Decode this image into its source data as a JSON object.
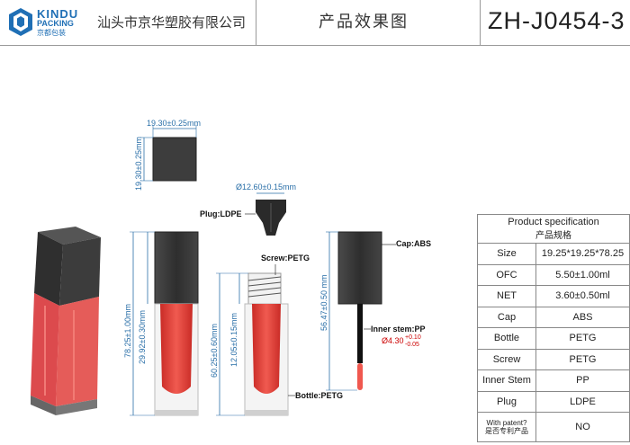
{
  "header": {
    "brand": "KINDU",
    "brand_sub": "PACKING",
    "brand_cn": "京都包装",
    "company": "汕头市京华塑胶有限公司",
    "title": "产品效果图",
    "code": "ZH-J0454-3"
  },
  "dims": {
    "cap_width": "19.30±0.25mm",
    "cap_height": "19.30±0.25mm",
    "plug_dia": "Ø12.60±0.15mm",
    "total_height": "78.25±1.00mm",
    "cap_len": "29.92±0.30mm",
    "bottle_height": "60.25±0.60mm",
    "neck_height": "12.05±0.15mm",
    "stem_len": "56.47±0.50 mm",
    "stem_dia": "Ø4.30",
    "stem_tol_plus": "+0.10",
    "stem_tol_minus": "-0.05"
  },
  "labels": {
    "plug": "Plug:LDPE",
    "screw": "Screw:PETG",
    "cap": "Cap:ABS",
    "inner_stem": "Inner stem:PP",
    "bottle": "Bottle:PETG"
  },
  "spec": {
    "title": "Product specification",
    "title_cn": "产品规格",
    "rows": [
      {
        "k": "Size",
        "v": "19.25*19.25*78.25"
      },
      {
        "k": "OFC",
        "v": "5.50±1.00ml"
      },
      {
        "k": "NET",
        "v": "3.60±0.50ml"
      },
      {
        "k": "Cap",
        "v": "ABS"
      },
      {
        "k": "Bottle",
        "v": "PETG"
      },
      {
        "k": "Screw",
        "v": "PETG"
      },
      {
        "k": "Inner Stem",
        "v": "PP"
      },
      {
        "k": "Plug",
        "v": "LDPE"
      }
    ],
    "patent_k": "With patent?",
    "patent_k_cn": "是否专利产品",
    "patent_v": "NO"
  },
  "colors": {
    "accent": "#1f6fb5",
    "dim": "#2a6fa8",
    "cap": "#3a3a3a",
    "liquid": "#e8443d"
  }
}
